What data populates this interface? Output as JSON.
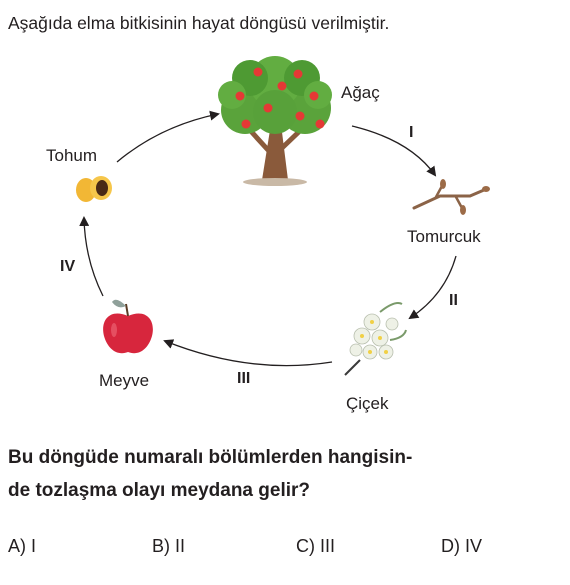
{
  "intro": "Aşağıda elma bitkisinin hayat döngüsü verilmiştir.",
  "stages": {
    "tree": "Ağaç",
    "bud": "Tomurcuk",
    "flower": "Çiçek",
    "fruit": "Meyve",
    "seed": "Tohum"
  },
  "steps": [
    "I",
    "II",
    "III",
    "IV"
  ],
  "question": {
    "line1": "Bu döngüde numaralı bölümlerden hangisin-",
    "line2": "de tozlaşma olayı meydana gelir?"
  },
  "options": [
    "A) I",
    "B) II",
    "C) III",
    "D) IV"
  ]
}
